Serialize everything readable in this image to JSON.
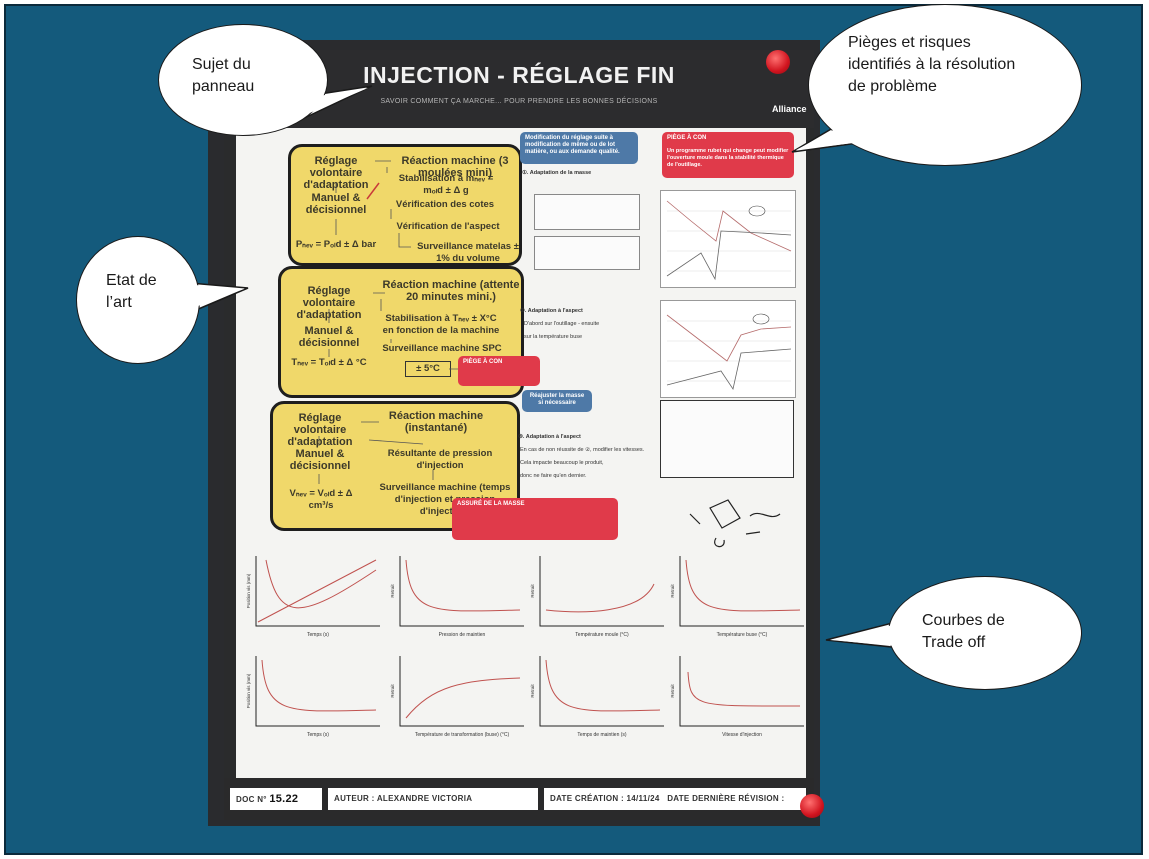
{
  "callouts": [
    {
      "id": "subject",
      "text": "Sujet du panneau"
    },
    {
      "id": "state",
      "text": "Etat de l’art"
    },
    {
      "id": "traps",
      "text": "Pièges et risques identifiés à la résolution de problème"
    },
    {
      "id": "tradeoff",
      "text": "Courbes de Trade off"
    }
  ],
  "poster": {
    "title": "INJECTION - RÉGLAGE FIN",
    "subtitle": "SAVOIR COMMENT ÇA MARCHE... POUR PRENDRE LES BONNES DÉCISIONS",
    "brand": "Alliance",
    "box1": {
      "left_title": "Réglage volontaire d'adaptation",
      "left_mode": "Manuel & décisionnel",
      "left_formula": "Pₙₑᵥ = Pₒₗd ± Δ bar",
      "reaction": "Réaction machine (3 moulées mini)",
      "stabilisation": "Stabilisation à mₙₑᵥ = mₒₗd ± Δ g",
      "check1": "Vérification des cotes",
      "check2": "Vérification de l'aspect",
      "surveillance": "Surveillance matelas ± 1% du volume"
    },
    "box2": {
      "left_title": "Réglage volontaire d'adaptation",
      "left_mode": "Manuel & décisionnel",
      "left_formula": "Tₙₑᵥ = Tₒₗd ± Δ °C",
      "reaction": "Réaction machine (attente 20 minutes mini.)",
      "stabilisation": "Stabilisation à Tₙₑᵥ ± X°C en fonction de la machine",
      "surveillance": "Surveillance machine SPC",
      "tolerance": "± 5°C"
    },
    "box3": {
      "left_title": "Réglage volontaire d'adaptation",
      "left_mode": "Manuel & décisionnel",
      "left_formula": "Vₙₑᵥ = Vₒₗd ± Δ cm³/s",
      "reaction": "Réaction machine (instantané)",
      "result": "Résultante de pression d'injection",
      "surveillance": "Surveillance machine (temps d'injection et pression d'injection)"
    },
    "cards": {
      "blue_top": "Modification du réglage suite à modification de même ou de lot matière, ou aux demande qualité.",
      "red_top_title": "PIÈGE À CON",
      "red_top_text": "Un programme rubet qui change peut modifier l'ouverture moule dans la stabilité thermique de l'outillage.",
      "red_mid_title": "PIÈGE À CON",
      "red_bottom_title": "ASSURÉ DE LA MASSE",
      "blue_mid": "Réajuster la masse si nécessaire"
    },
    "steps": {
      "s1": "①. Adaptation de la masse",
      "s2": "②. Adaptation à l'aspect",
      "s2_text1": "D'abord sur l'outillage - ensuite",
      "s2_text2": "sur la température buse",
      "s3": "③. Adaptation à l'aspect",
      "s3_text1": "En cas de non réussite de ②, modifier les vitesses.",
      "s3_text2": "Cela impacte beaucoup le produit,",
      "s3_text3": "donc ne faire qu'en dernier."
    },
    "tradeoff_labels": [
      "Temps (s)",
      "Pression de maintien",
      "Température moule (°C)",
      "Température buse (°C)",
      "Temps (s)",
      "Température de transformation (buse) (°C)",
      "Temps de maintien (s)",
      "Vitesse d'injection"
    ],
    "tradeoff_ylabels": [
      "Position vis (mm)",
      "Retrait",
      "Retrait",
      "Retrait",
      "Position vis (mm)",
      "Retrait",
      "Retrait",
      "Retrait"
    ],
    "footer": {
      "doc_label": "DOC N°",
      "doc_number": "15.22",
      "author": "AUTEUR : ALEXANDRE VICTORIA",
      "date_created": "DATE CRÉATION : 14/11/24",
      "date_revision": "DATE DERNIÈRE RÉVISION :"
    }
  },
  "colors": {
    "frame": "#145a7c",
    "yellow": "#f0d86a",
    "red": "#e03a4a",
    "blue": "#4e79a7"
  }
}
